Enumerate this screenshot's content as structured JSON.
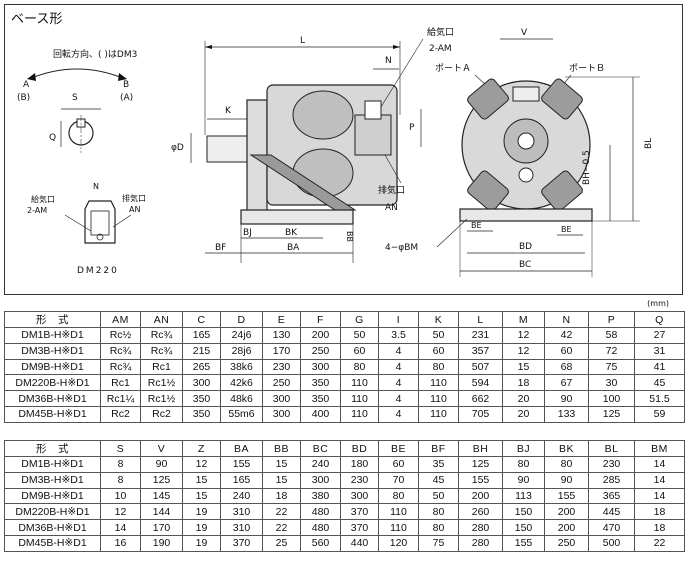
{
  "drawing": {
    "title": "ベース形",
    "rotation_note": "回転方向、( )はDM3",
    "dir_a": "A",
    "dir_b_paren": "(B)",
    "dir_b": "B",
    "dir_a_paren": "(A)",
    "label_s": "S",
    "label_q": "Q",
    "label_n_small": "N",
    "label_intake_small": "給気口",
    "label_intake_small_am": "2-AM",
    "label_exhaust_small": "排気口",
    "label_exhaust_small_an": "AN",
    "model_dm220": "DM220",
    "label_l": "L",
    "label_k": "K",
    "label_phid": "φD",
    "label_n": "N",
    "label_intake": "給気口",
    "label_intake_am": "2-AM",
    "label_p": "P",
    "label_exhaust": "排気口",
    "label_an": "AN",
    "label_bj": "BJ",
    "label_bk": "BK",
    "label_bf": "BF",
    "label_ba": "BA",
    "label_bb": "BB",
    "label_v": "V",
    "label_port_a": "ポートＡ",
    "label_port_b": "ポートＢ",
    "label_bh": "BH−0.5",
    "label_bl": "BL",
    "label_bm": "4−φBM",
    "label_be_left": "BE",
    "label_be_right": "BE",
    "label_bd": "BD",
    "label_bc": "BC",
    "unit": "(mm)"
  },
  "table1": {
    "headers": [
      "形　式",
      "AM",
      "AN",
      "C",
      "D",
      "E",
      "F",
      "G",
      "I",
      "K",
      "L",
      "M",
      "N",
      "P",
      "Q"
    ],
    "rows": [
      [
        "DM1B-H※D1",
        "Rc½",
        "Rc¾",
        "165",
        "24j6",
        "130",
        "200",
        "50",
        "3.5",
        "50",
        "231",
        "12",
        "42",
        "58",
        "27"
      ],
      [
        "DM3B-H※D1",
        "Rc¾",
        "Rc¾",
        "215",
        "28j6",
        "170",
        "250",
        "60",
        "4",
        "60",
        "357",
        "12",
        "60",
        "72",
        "31"
      ],
      [
        "DM9B-H※D1",
        "Rc¾",
        "Rc1",
        "265",
        "38k6",
        "230",
        "300",
        "80",
        "4",
        "80",
        "507",
        "15",
        "68",
        "75",
        "41"
      ],
      [
        "DM220B-H※D1",
        "Rc1",
        "Rc1½",
        "300",
        "42k6",
        "250",
        "350",
        "110",
        "4",
        "110",
        "594",
        "18",
        "67",
        "30",
        "45"
      ],
      [
        "DM36B-H※D1",
        "Rc1¼",
        "Rc1½",
        "350",
        "48k6",
        "300",
        "350",
        "110",
        "4",
        "110",
        "662",
        "20",
        "90",
        "100",
        "51.5"
      ],
      [
        "DM45B-H※D1",
        "Rc2",
        "Rc2",
        "350",
        "55m6",
        "300",
        "400",
        "110",
        "4",
        "110",
        "705",
        "20",
        "133",
        "125",
        "59"
      ]
    ]
  },
  "table2": {
    "headers": [
      "形　式",
      "S",
      "V",
      "Z",
      "BA",
      "BB",
      "BC",
      "BD",
      "BE",
      "BF",
      "BH",
      "BJ",
      "BK",
      "BL",
      "BM"
    ],
    "rows": [
      [
        "DM1B-H※D1",
        "8",
        "90",
        "12",
        "155",
        "15",
        "240",
        "180",
        "60",
        "35",
        "125",
        "80",
        "80",
        "230",
        "14"
      ],
      [
        "DM3B-H※D1",
        "8",
        "125",
        "15",
        "165",
        "15",
        "300",
        "230",
        "70",
        "45",
        "155",
        "90",
        "90",
        "285",
        "14"
      ],
      [
        "DM9B-H※D1",
        "10",
        "145",
        "15",
        "240",
        "18",
        "380",
        "300",
        "80",
        "50",
        "200",
        "113",
        "155",
        "365",
        "14"
      ],
      [
        "DM220B-H※D1",
        "12",
        "144",
        "19",
        "310",
        "22",
        "480",
        "370",
        "110",
        "80",
        "260",
        "150",
        "200",
        "445",
        "18"
      ],
      [
        "DM36B-H※D1",
        "14",
        "170",
        "19",
        "310",
        "22",
        "480",
        "370",
        "110",
        "80",
        "280",
        "150",
        "200",
        "470",
        "18"
      ],
      [
        "DM45B-H※D1",
        "16",
        "190",
        "19",
        "370",
        "25",
        "560",
        "440",
        "120",
        "75",
        "280",
        "155",
        "250",
        "500",
        "22"
      ]
    ]
  }
}
